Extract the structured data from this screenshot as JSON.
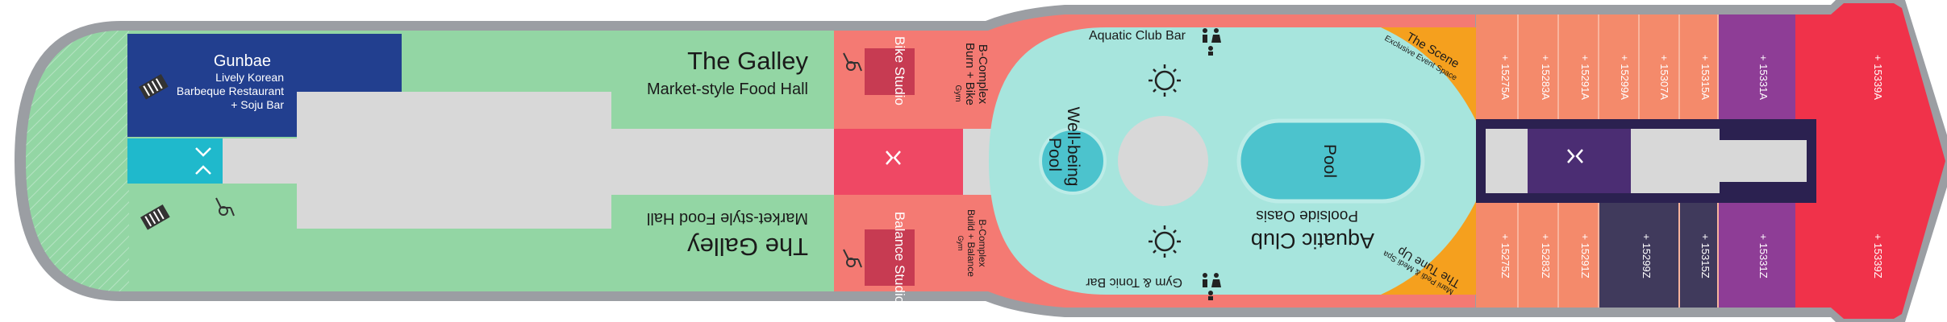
{
  "colors": {
    "hull": "#9b9ea3",
    "galley": "#93d6a4",
    "gunbae": "#223f8f",
    "teal": "#1fb9cc",
    "fitness": "#f47a73",
    "fitness_dark": "#ef4864",
    "studio": "#c73b52",
    "aquatic": "#a7e5dd",
    "pool": "#4cc3cd",
    "scene": "#f5a01e",
    "cabin_orange": "#f48a6b",
    "cabin_navy": "#403a5c",
    "cabin_purple": "#8e3d96",
    "cabin_red": "#f0324a",
    "corridor": "#d8d8d8"
  },
  "venues": {
    "gunbae": {
      "title": "Gunbae",
      "line1": "Lively Korean",
      "line2": "Barbeque Restaurant",
      "line3": "+ Soju Bar"
    },
    "galley_top": {
      "title": "The Galley",
      "subtitle": "Market-style Food Hall"
    },
    "galley_bottom": {
      "title": "The Galley",
      "subtitle": "Market-style Food Hall"
    },
    "bike_studio": {
      "label": "Bike Studio"
    },
    "balance_studio": {
      "label": "Balance Studio"
    },
    "bcomplex_top": {
      "line1": "B-Complex",
      "line2": "Burn + Bike",
      "line3": "Gym"
    },
    "bcomplex_bottom": {
      "line1": "B-Complex",
      "line2": "Build + Balance",
      "line3": "Gym"
    },
    "aquatic_club_bar": {
      "label": "Aquatic Club Bar"
    },
    "gym_tonic_bar": {
      "label": "Gym & Tonic Bar"
    },
    "wellbeing_pool": {
      "line1": "Well-being",
      "line2": "Pool"
    },
    "pool": {
      "label": "Pool"
    },
    "aquatic_club": {
      "title": "Aquatic Club",
      "subtitle": "Poolside Oasis"
    },
    "the_scene": {
      "title": "The Scene",
      "subtitle": "Exclusive Event Space"
    },
    "tune_up": {
      "title": "The Tune Up",
      "subtitle": "Mani Pedi & Medi Spa"
    }
  },
  "cabins_top": [
    "15275A",
    "15283A",
    "15291A",
    "15299A",
    "15307A",
    "15315A",
    "15331A",
    "15339A"
  ],
  "cabins_bottom": [
    "15275Z",
    "15283Z",
    "15291Z",
    "15299Z",
    "15315Z",
    "15331Z",
    "15339Z"
  ],
  "icons": {
    "accessible": "wheelchair-icon",
    "elevator": "elevator-icon",
    "stairs": "stairs-icon",
    "restroom": "restroom-icon",
    "sun": "sun-icon",
    "accessible_cabin": "accessible-cabin-icon",
    "connecting": "connecting-cabin-icon"
  }
}
